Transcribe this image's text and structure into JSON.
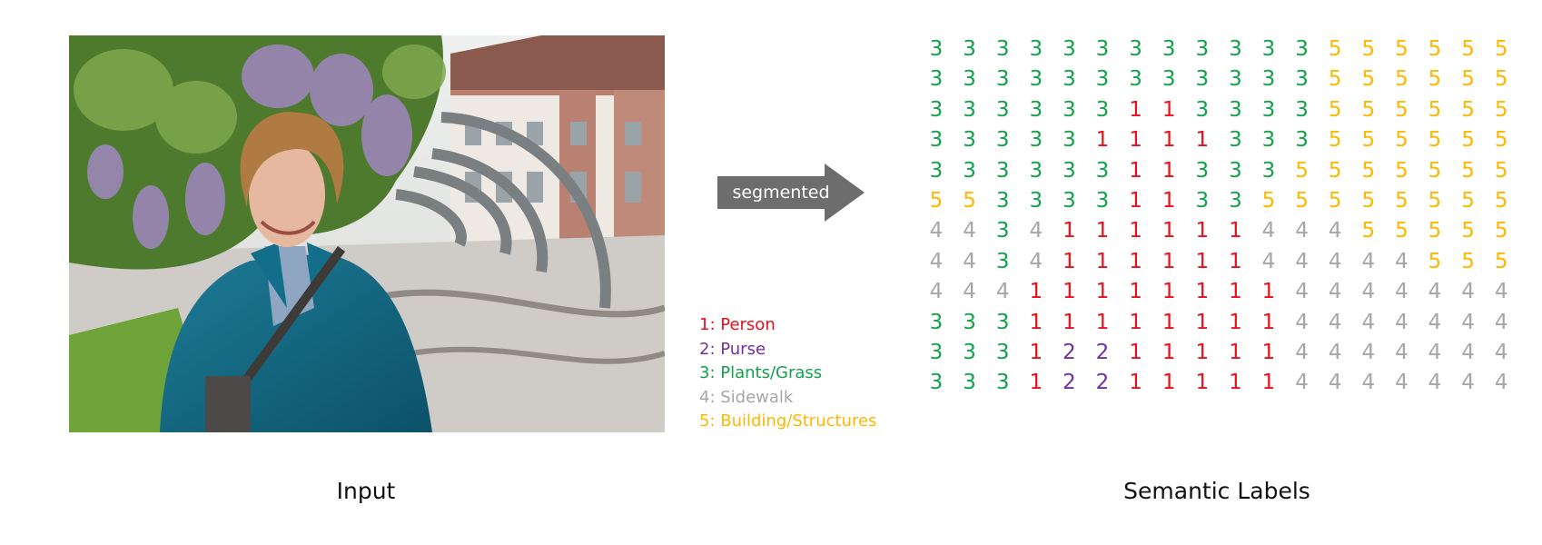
{
  "arrow": {
    "label": "segmented",
    "color": "#6d6d6d"
  },
  "legend": [
    {
      "id": 1,
      "label": "1: Person",
      "color": "#e8101a"
    },
    {
      "id": 2,
      "label": "2: Purse",
      "color": "#7030a0"
    },
    {
      "id": 3,
      "label": "3: Plants/Grass",
      "color": "#12a24a"
    },
    {
      "id": 4,
      "label": "4: Sidewalk",
      "color": "#a6a6a6"
    },
    {
      "id": 5,
      "label": "5: Building/Structures",
      "color": "#ffb800"
    }
  ],
  "label_colors": {
    "1": "#e8101a",
    "2": "#7030a0",
    "3": "#12a24a",
    "4": "#a6a6a6",
    "5": "#ffb800"
  },
  "grid": [
    [
      3,
      3,
      3,
      3,
      3,
      3,
      3,
      3,
      3,
      3,
      3,
      3,
      5,
      5,
      5,
      5,
      5,
      5
    ],
    [
      3,
      3,
      3,
      3,
      3,
      3,
      3,
      3,
      3,
      3,
      3,
      3,
      5,
      5,
      5,
      5,
      5,
      5
    ],
    [
      3,
      3,
      3,
      3,
      3,
      3,
      1,
      1,
      3,
      3,
      3,
      3,
      5,
      5,
      5,
      5,
      5,
      5
    ],
    [
      3,
      3,
      3,
      3,
      3,
      1,
      1,
      1,
      1,
      3,
      3,
      3,
      5,
      5,
      5,
      5,
      5,
      5
    ],
    [
      3,
      3,
      3,
      3,
      3,
      3,
      1,
      1,
      3,
      3,
      3,
      5,
      5,
      5,
      5,
      5,
      5,
      5
    ],
    [
      5,
      5,
      3,
      3,
      3,
      3,
      1,
      1,
      3,
      3,
      5,
      5,
      5,
      5,
      5,
      5,
      5,
      5
    ],
    [
      4,
      4,
      3,
      4,
      1,
      1,
      1,
      1,
      1,
      1,
      4,
      4,
      4,
      5,
      5,
      5,
      5,
      5
    ],
    [
      4,
      4,
      3,
      4,
      1,
      1,
      1,
      1,
      1,
      1,
      4,
      4,
      4,
      4,
      4,
      5,
      5,
      5
    ],
    [
      4,
      4,
      4,
      1,
      1,
      1,
      1,
      1,
      1,
      1,
      1,
      4,
      4,
      4,
      4,
      4,
      4,
      4
    ],
    [
      3,
      3,
      3,
      1,
      1,
      1,
      1,
      1,
      1,
      1,
      1,
      4,
      4,
      4,
      4,
      4,
      4,
      4
    ],
    [
      3,
      3,
      3,
      1,
      2,
      2,
      1,
      1,
      1,
      1,
      1,
      4,
      4,
      4,
      4,
      4,
      4,
      4
    ],
    [
      3,
      3,
      3,
      1,
      2,
      2,
      1,
      1,
      1,
      1,
      1,
      4,
      4,
      4,
      4,
      4,
      4,
      4
    ]
  ],
  "captions": {
    "input": "Input",
    "labels": "Semantic Labels"
  }
}
